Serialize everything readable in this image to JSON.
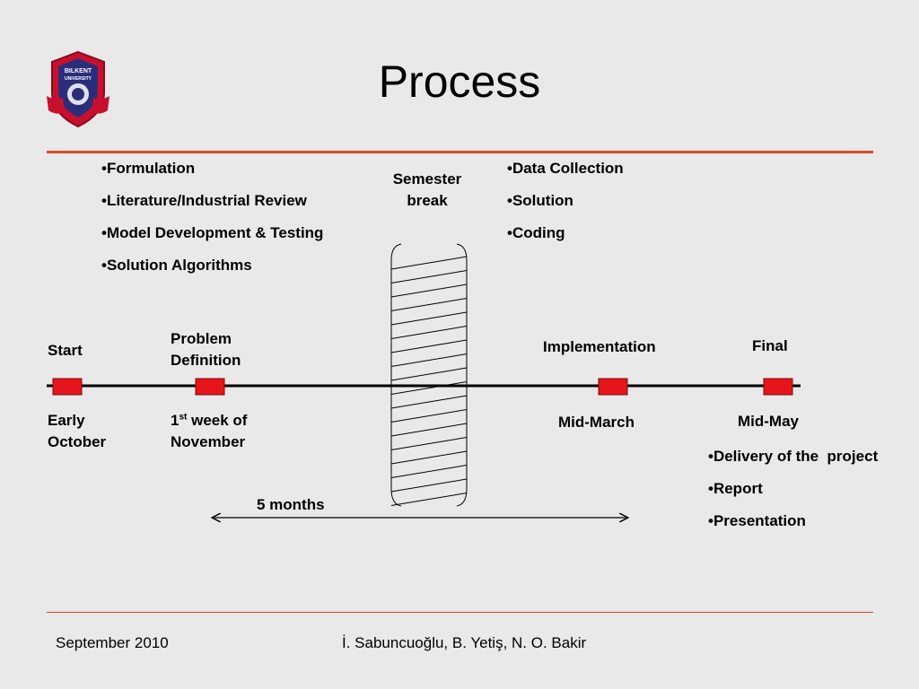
{
  "title": "Process",
  "top_left_list": [
    "Formulation",
    "Literature/Industrial Review",
    "Model Development & Testing",
    "Solution Algorithms"
  ],
  "semester_break": "Semester break",
  "top_right_list": [
    "Data Collection",
    "Solution",
    "Coding"
  ],
  "milestones": {
    "start": {
      "label": "Start",
      "date": "Early October"
    },
    "problem_definition": {
      "label": "Problem Definition",
      "date_prefix": "1",
      "date_sup": "st",
      "date_suffix": " week of November"
    },
    "implementation": {
      "label": "Implementation",
      "date": "Mid-March"
    },
    "final": {
      "label": "Final",
      "date": "Mid-May"
    }
  },
  "final_list": [
    "Delivery of the  project",
    "Report",
    "Presentation"
  ],
  "duration_label": "5 months",
  "footer": {
    "date": "September 2010",
    "authors": "İ. Sabuncuoğlu, B. Yetiş, N. O. Bakir"
  },
  "logo": {
    "name": "Bilkent University",
    "text_top": "BILKENT",
    "text_mid": "UNIVERSITY"
  },
  "colors": {
    "accent": "#d84a22",
    "marker": "#e8141b",
    "background": "#e9e9e9"
  }
}
